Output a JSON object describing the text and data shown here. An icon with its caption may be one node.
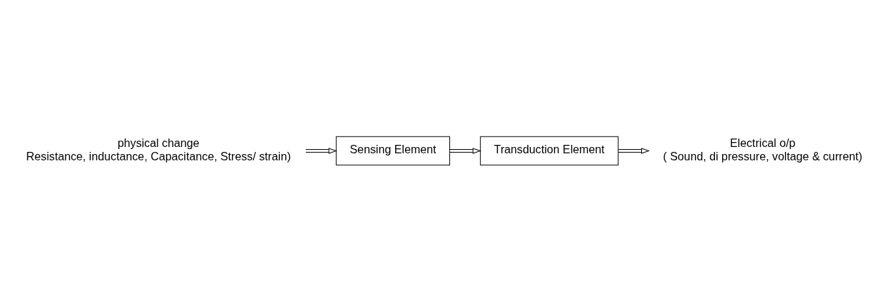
{
  "diagram": {
    "nodes": [
      {
        "text": [
          "physical change"
        ],
        "beside": [
          "Resistance, inductance, Capacitance, Stress/ strain)"
        ]
      },
      {
        "text": [
          "Sensing Element"
        ]
      },
      {
        "text": [
          "Transduction Element"
        ]
      },
      {
        "text": [
          "Electrical o/p"
        ],
        "beside": [
          "( Sound, di pressure, voltage & current)"
        ]
      }
    ],
    "edges": [
      {
        "from": 0,
        "to": 1,
        "arrow": "to"
      },
      {
        "from": 1,
        "to": 2,
        "arrow": "to"
      },
      {
        "from": 2,
        "to": 3,
        "arrow": "to"
      }
    ]
  }
}
